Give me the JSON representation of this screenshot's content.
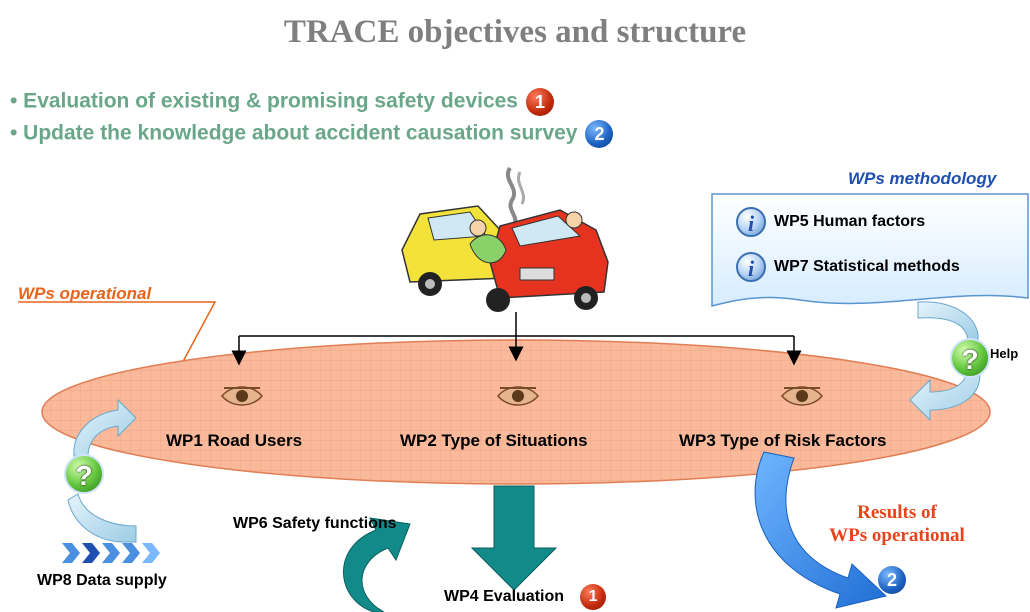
{
  "title": "TRACE objectives and structure",
  "objectives": [
    {
      "text": "• Evaluation of existing & promising safety devices",
      "badge": "1"
    },
    {
      "text": "• Update the knowledge about accident causation survey",
      "badge": "2"
    }
  ],
  "methodology": {
    "title": "WPs methodology",
    "items": [
      "WP5 Human factors",
      "WP7 Statistical methods"
    ],
    "help_label": "Help"
  },
  "operational": {
    "title": "WPs operational",
    "wps": [
      "WP1 Road Users",
      "WP2 Type of Situations",
      "WP3 Type of Risk Factors"
    ]
  },
  "wp6_label": "WP6 Safety functions",
  "wp4": {
    "label": "WP4 Evaluation",
    "badge": "1"
  },
  "wp8_label": "WP8 Data supply",
  "results": {
    "line1": "Results of",
    "line2": "WPs operational",
    "badge": "2"
  },
  "question_mark": "?",
  "colors": {
    "title": "#7f7f7f",
    "objective": "#6aa68a",
    "operational": "#e8641a",
    "methodology": "#1f4fb0",
    "results": "#e8431a",
    "ellipse": "#f9b99a",
    "teal_arrow": "#138a8a"
  }
}
